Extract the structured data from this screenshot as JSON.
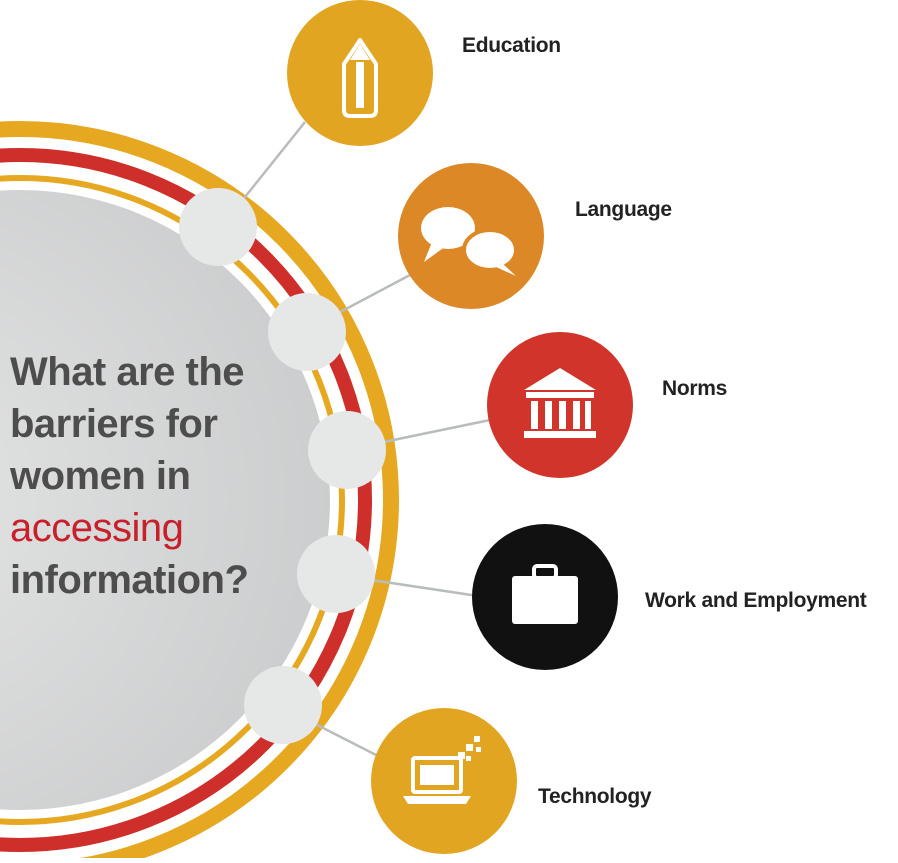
{
  "question": {
    "lines": [
      "What are the",
      "barriers for",
      "women in",
      "accessing",
      "information?"
    ],
    "highlight_color": "#c8202b",
    "text_color": "#4d4d4d"
  },
  "colors": {
    "gold": "#e2a522",
    "orange": "#dc8826",
    "red": "#d0342b",
    "black": "#111111",
    "node": "#e6e8e8",
    "ring_red": "#cf2f2a",
    "ring_gold": "#e6a821"
  },
  "barriers": [
    {
      "label": "Education",
      "icon": "pencil-icon",
      "color": "#e2a522"
    },
    {
      "label": "Language",
      "icon": "speech-bubbles-icon",
      "color": "#dc8826"
    },
    {
      "label": "Norms",
      "icon": "institution-icon",
      "color": "#d0342b"
    },
    {
      "label": "Work and Employment",
      "icon": "briefcase-icon",
      "color": "#111111"
    },
    {
      "label": "Technology",
      "icon": "laptop-icon",
      "color": "#e2a522"
    }
  ]
}
